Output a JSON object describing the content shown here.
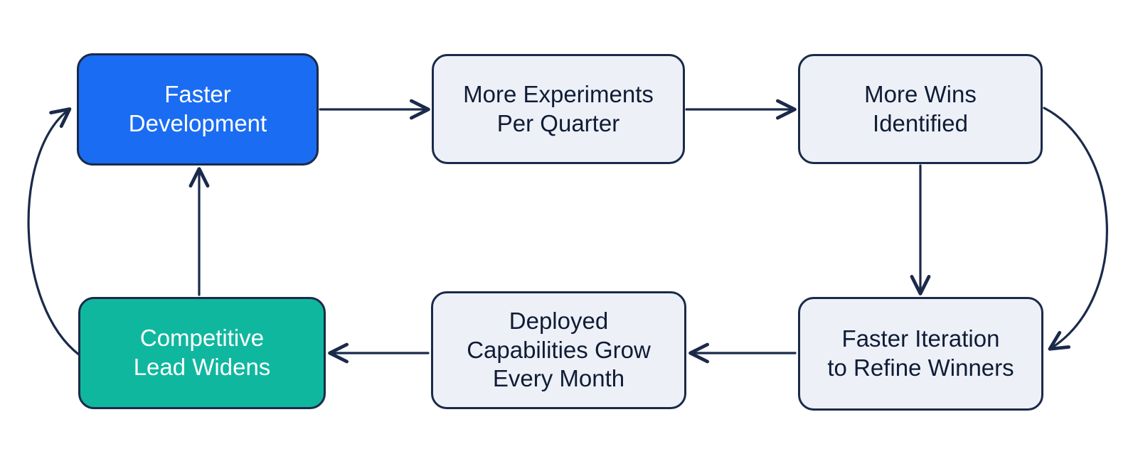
{
  "diagram": {
    "type": "cycle-flowchart",
    "title": "",
    "background_color": "#ffffff",
    "palette": {
      "accent_blue": "#1a6cf2",
      "accent_teal": "#10b79f",
      "neutral_fill": "#edf1f7",
      "stroke_navy": "#1b2a4a",
      "text_light": "#ffffff",
      "text_dark": "#101c36"
    },
    "nodes": [
      {
        "id": "faster-development",
        "label": "Faster\nDevelopment",
        "style": "accent-blue",
        "row": "top",
        "column": 1
      },
      {
        "id": "more-experiments",
        "label": "More Experiments\nPer Quarter",
        "style": "neutral",
        "row": "top",
        "column": 2
      },
      {
        "id": "more-wins",
        "label": "More Wins\nIdentified",
        "style": "neutral",
        "row": "top",
        "column": 3
      },
      {
        "id": "faster-iteration",
        "label": "Faster Iteration\nto Refine Winners",
        "style": "neutral",
        "row": "bottom",
        "column": 3
      },
      {
        "id": "deployed-capabilities",
        "label": "Deployed\nCapabilities Grow\nEvery Month",
        "style": "neutral",
        "row": "bottom",
        "column": 2
      },
      {
        "id": "competitive-lead",
        "label": "Competitive\nLead Widens",
        "style": "accent-teal",
        "row": "bottom",
        "column": 1
      }
    ],
    "edges": [
      {
        "id": "e1",
        "from": "faster-development",
        "to": "more-experiments",
        "shape": "straight",
        "direction": "right",
        "label": ""
      },
      {
        "id": "e2",
        "from": "more-experiments",
        "to": "more-wins",
        "shape": "straight",
        "direction": "right",
        "label": ""
      },
      {
        "id": "e3",
        "from": "more-wins",
        "to": "faster-iteration",
        "shape": "straight",
        "direction": "down",
        "label": ""
      },
      {
        "id": "e4",
        "from": "more-wins",
        "to": "faster-iteration",
        "shape": "curved-right",
        "direction": "down",
        "label": ""
      },
      {
        "id": "e5",
        "from": "faster-iteration",
        "to": "deployed-capabilities",
        "shape": "straight",
        "direction": "left",
        "label": ""
      },
      {
        "id": "e6",
        "from": "deployed-capabilities",
        "to": "competitive-lead",
        "shape": "straight",
        "direction": "left",
        "label": ""
      },
      {
        "id": "e7",
        "from": "competitive-lead",
        "to": "faster-development",
        "shape": "straight",
        "direction": "up",
        "label": ""
      },
      {
        "id": "e8",
        "from": "competitive-lead",
        "to": "faster-development",
        "shape": "curved-left",
        "direction": "up",
        "label": ""
      }
    ]
  }
}
